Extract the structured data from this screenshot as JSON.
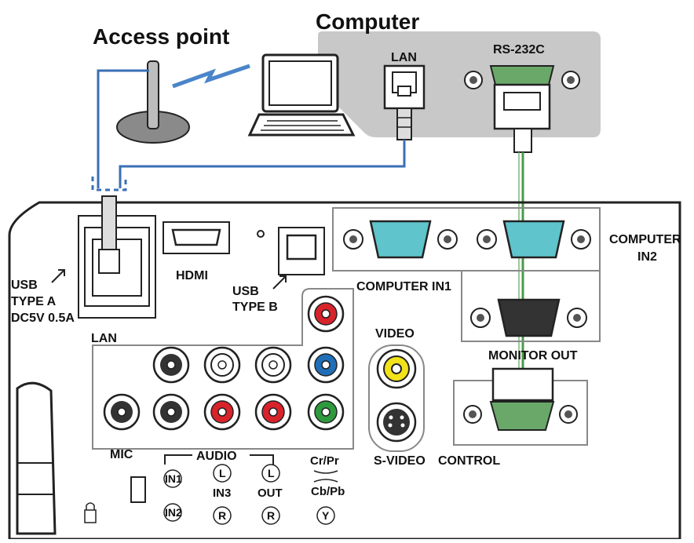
{
  "colors": {
    "computer_panel": "#c8c8c8",
    "cable_blue": "#3a6fb5",
    "cable_green": "#4a9a4a",
    "vga_port": "#5fc4cc",
    "rca_red": "#d8232a",
    "rca_yellow": "#f2e21a",
    "rca_blue": "#1f6fb8",
    "rca_green": "#2e9a3e",
    "rca_white": "#ffffff"
  },
  "labels": {
    "computer": "Computer",
    "access_point": "Access point",
    "lan_top": "LAN",
    "rs232c": "RS-232C",
    "hdmi": "HDMI",
    "usb_a_1": "USB",
    "usb_a_2": "TYPE A",
    "usb_a_3": "DC5V 0.5A",
    "lan_bottom": "LAN",
    "usb_b_1": "USB",
    "usb_b_2": "TYPE B",
    "computer_in1": "COMPUTER IN1",
    "computer_in2_1": "COMPUTER",
    "computer_in2_2": "IN2",
    "video": "VIDEO",
    "monitor_out": "MONITOR  OUT",
    "mic": "MIC",
    "audio": "AUDIO",
    "cr_pr": "Cr/Pr",
    "cb_pb": "Cb/Pb",
    "y": "Y",
    "s_video": "S-VIDEO",
    "control": "CONTROL",
    "in1": "IN1",
    "in2": "IN2",
    "in3": "IN3",
    "out": "OUT",
    "l": "L",
    "r": "R"
  }
}
